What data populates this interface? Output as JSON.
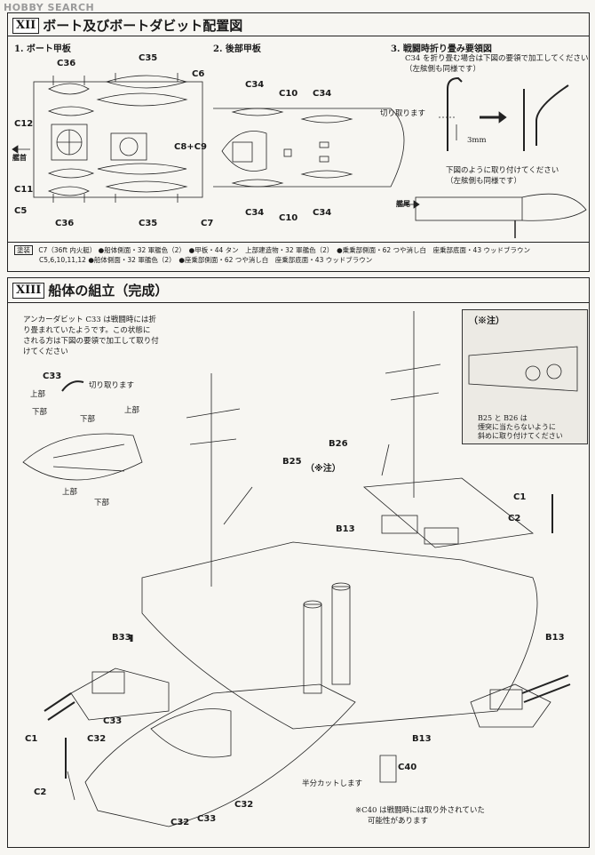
{
  "watermark": "HOBBY SEARCH",
  "section12": {
    "number": "XII",
    "title": "ボート及びボートダビット配置図",
    "sub1": "1. ボート甲板",
    "sub2": "2. 後部甲板",
    "sub3": "3. 戦闘時折り畳み要領図",
    "note3": [
      "C34 を折り畳む場合は下図の要領で加工してください",
      "（左舷側も同様です）"
    ],
    "cut_label": "切り取ります",
    "mm_label": "3mm",
    "mount_note": [
      "下図のように取り付けてください",
      "（左舷側も同様です）"
    ],
    "bow_label": "艦尾",
    "bow_arrow_label": "艦首",
    "labels1": [
      "C36",
      "C35",
      "C6",
      "C12",
      "C8+C9",
      "C11",
      "C5",
      "C36",
      "C35",
      "C7"
    ],
    "labels2": [
      "C34",
      "C10",
      "C34",
      "C34",
      "C10",
      "C34"
    ]
  },
  "paint": {
    "tag": "塗装",
    "row1_parts": "C7（36ft 内火艇）",
    "row1": "●船体側面・32 軍艦色（2）　●甲板・44 タン　上部建造物・32 軍艦色（2）　●乗乗部側面・62 つや消し白　座乗部底面・43 ウッドブラウン",
    "row2_parts": "C5,6,10,11,12",
    "row2": "●船体側面・32 軍艦色（2）　●座乗部側面・62 つや消し白　座乗部底面・43 ウッドブラウン"
  },
  "section13": {
    "number": "XIII",
    "title": "船体の組立（完成）",
    "anchor_note": [
      "アンカーダビット C33 は戦闘時には折",
      "り畳まれていたようです。この状態に",
      "される方は下図の要領で加工して取り付",
      "けてください"
    ],
    "c33": "C33",
    "cut_label": "切り取ります",
    "upper": "上部",
    "lower": "下部",
    "star_note_title": "（※注）",
    "star_note": [
      "B25 と B26 は",
      "煙突に当たらないように",
      "斜めに取り付けてください"
    ],
    "star_label": "（※注）",
    "labels": {
      "b26": "B26",
      "b25": "B25",
      "b13a": "B13",
      "b13b": "B13",
      "b13c": "B13",
      "b33": "B33",
      "c33": "C33",
      "c32": "C32",
      "c1": "C1",
      "c2": "C2",
      "c1r": "C1",
      "c2r": "C2",
      "c32b": "C32",
      "c33b": "C33",
      "c32c": "C32",
      "c40": "C40"
    },
    "half_cut": "半分カットします",
    "c40_note": [
      "※C40 は戦闘時には取り外されていた",
      "可能性があります"
    ]
  }
}
